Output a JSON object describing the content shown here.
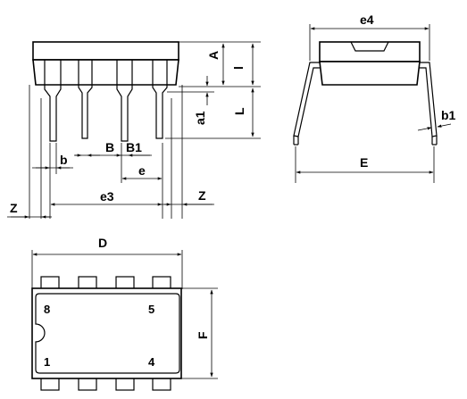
{
  "labels": {
    "A": "A",
    "l": "l",
    "L": "L",
    "a1": "a1",
    "b": "b",
    "B": "B",
    "B1": "B1",
    "e": "e",
    "e3": "e3",
    "Z": "Z",
    "e4": "e4",
    "b1": "b1",
    "E": "E",
    "D": "D",
    "F": "F"
  },
  "pins": {
    "p8": "8",
    "p5": "5",
    "p1": "1",
    "p4": "4"
  }
}
